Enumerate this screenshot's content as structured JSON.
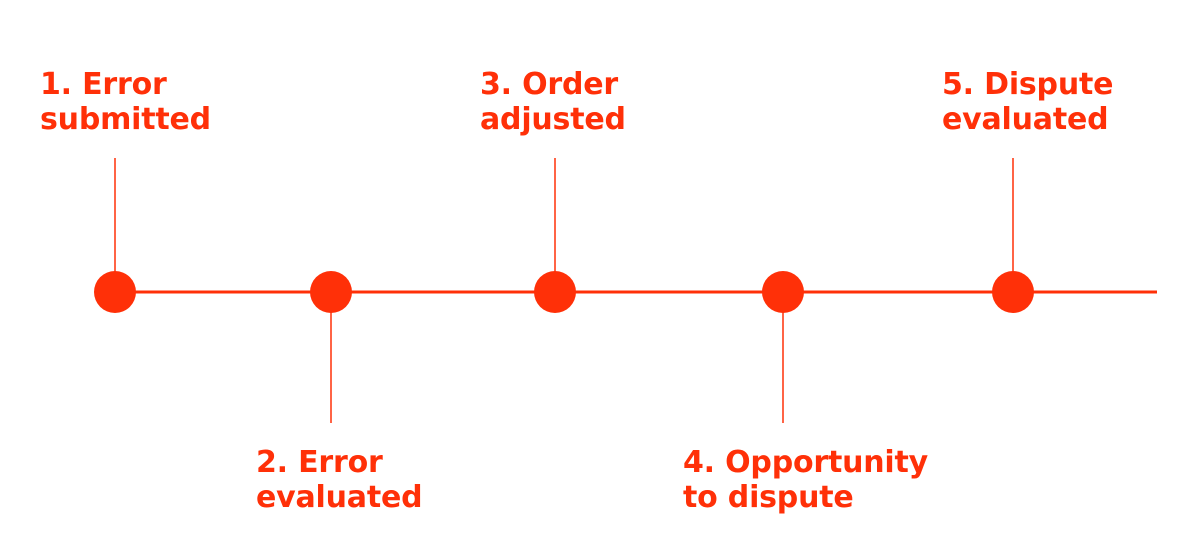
{
  "colors": {
    "accent": "#ff3008",
    "background": "#ffffff"
  },
  "steps": [
    {
      "line1": "1. Error",
      "line2": "submitted",
      "position": "above"
    },
    {
      "line1": "2. Error",
      "line2": "evaluated",
      "position": "below"
    },
    {
      "line1": "3. Order",
      "line2": "adjusted",
      "position": "above"
    },
    {
      "line1": "4. Opportunity",
      "line2": "to dispute",
      "position": "below"
    },
    {
      "line1": "5. Dispute",
      "line2": "evaluated",
      "position": "above"
    }
  ]
}
